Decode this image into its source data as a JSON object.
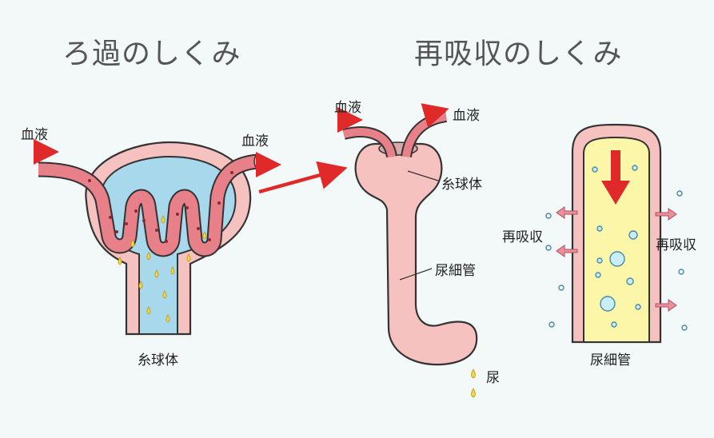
{
  "titles": {
    "filtration": "ろ過のしくみ",
    "reabsorption": "再吸収のしくみ"
  },
  "labels": {
    "blood_in": "血液",
    "blood_out": "血液",
    "glomerulus_bottom": "糸球体",
    "blood_in_2": "血液",
    "blood_out_2": "血液",
    "glomerulus_2": "糸球体",
    "tubule": "尿細管",
    "urine": "尿",
    "reabsorb_left": "再吸収",
    "reabsorb_right": "再吸収",
    "tubule_2": "尿細管"
  },
  "colors": {
    "vessel": "#e8808a",
    "vessel_dark": "#8a2a33",
    "capsule": "#f6c2c0",
    "filtrate": "#a8d8ec",
    "tubule_fill": "#fbf6a8",
    "arrow": "#e02a2a",
    "drop": "#f4d542"
  }
}
